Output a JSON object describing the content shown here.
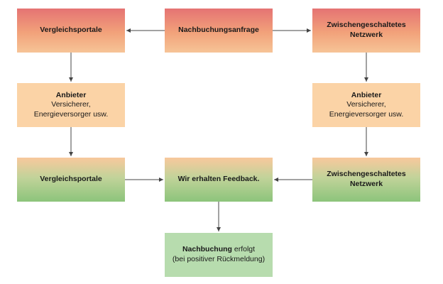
{
  "diagram": {
    "nodes": {
      "request": {
        "title": "Nachbuchungsanfrage"
      },
      "portals_top": {
        "title": "Vergleichsportale"
      },
      "network_top": {
        "title_line1": "Zwischengeschaltetes",
        "title_line2": "Netzwerk"
      },
      "provider_left": {
        "title": "Anbieter",
        "line1": "Versicherer,",
        "line2": "Energieversorger usw."
      },
      "provider_right": {
        "title": "Anbieter",
        "line1": "Versicherer,",
        "line2": "Energieversorger usw."
      },
      "portals_bottom": {
        "title": "Vergleichsportale"
      },
      "feedback": {
        "title": "Wir erhalten Feedback."
      },
      "network_bottom": {
        "title_line1": "Zwischengeschaltetes",
        "title_line2": "Netzwerk"
      },
      "done": {
        "bold_part": "Nachbuchung",
        "rest": " erfolgt",
        "line2": "(bei positiver Rückmeldung)"
      }
    },
    "edges": [
      {
        "from": "request",
        "to": "portals_top"
      },
      {
        "from": "request",
        "to": "network_top"
      },
      {
        "from": "portals_top",
        "to": "provider_left"
      },
      {
        "from": "network_top",
        "to": "provider_right"
      },
      {
        "from": "provider_left",
        "to": "portals_bottom"
      },
      {
        "from": "provider_right",
        "to": "network_bottom"
      },
      {
        "from": "portals_bottom",
        "to": "feedback"
      },
      {
        "from": "network_bottom",
        "to": "feedback"
      },
      {
        "from": "feedback",
        "to": "done"
      }
    ],
    "colors": {
      "top_row_gradient_start": "#e57373",
      "top_row_gradient_end": "#f6c497",
      "provider_fill": "#fbd3a6",
      "bottom_row_gradient_end": "#8cc47b",
      "done_fill": "#b7dcae",
      "arrow": "#444444"
    }
  }
}
